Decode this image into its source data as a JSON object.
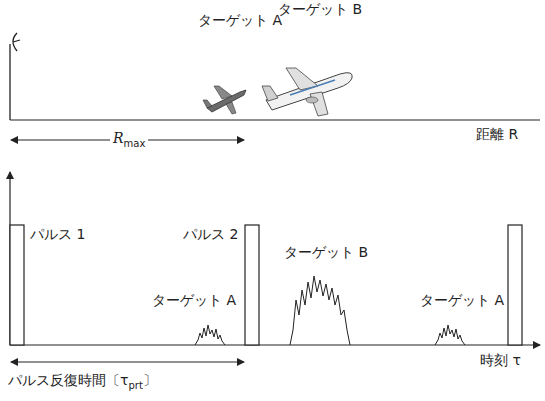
{
  "diagram": {
    "labels": [
      "ターゲット A",
      "ターゲット B",
      "R",
      "max",
      "距離 R",
      "パルス 1",
      "パルス 2",
      "ターゲット B",
      "ターゲット A",
      "ターゲット A",
      "パルス反復時間〔τ",
      "prt",
      "〕",
      "時刻 τ"
    ]
  }
}
